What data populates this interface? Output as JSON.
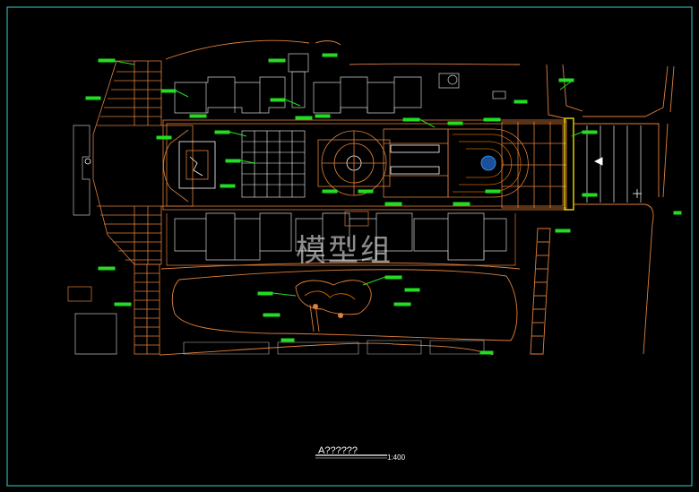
{
  "drawing": {
    "title": "A??????",
    "scale": "1:400",
    "watermark": "模型组"
  },
  "colors": {
    "background": "#000000",
    "frame": "#2fd3d3",
    "roads": "#e0803a",
    "buildings": "#d8d8d8",
    "labels": "#22dd22",
    "highlight": "#ffee00",
    "fountain": "#3aa0ff"
  }
}
